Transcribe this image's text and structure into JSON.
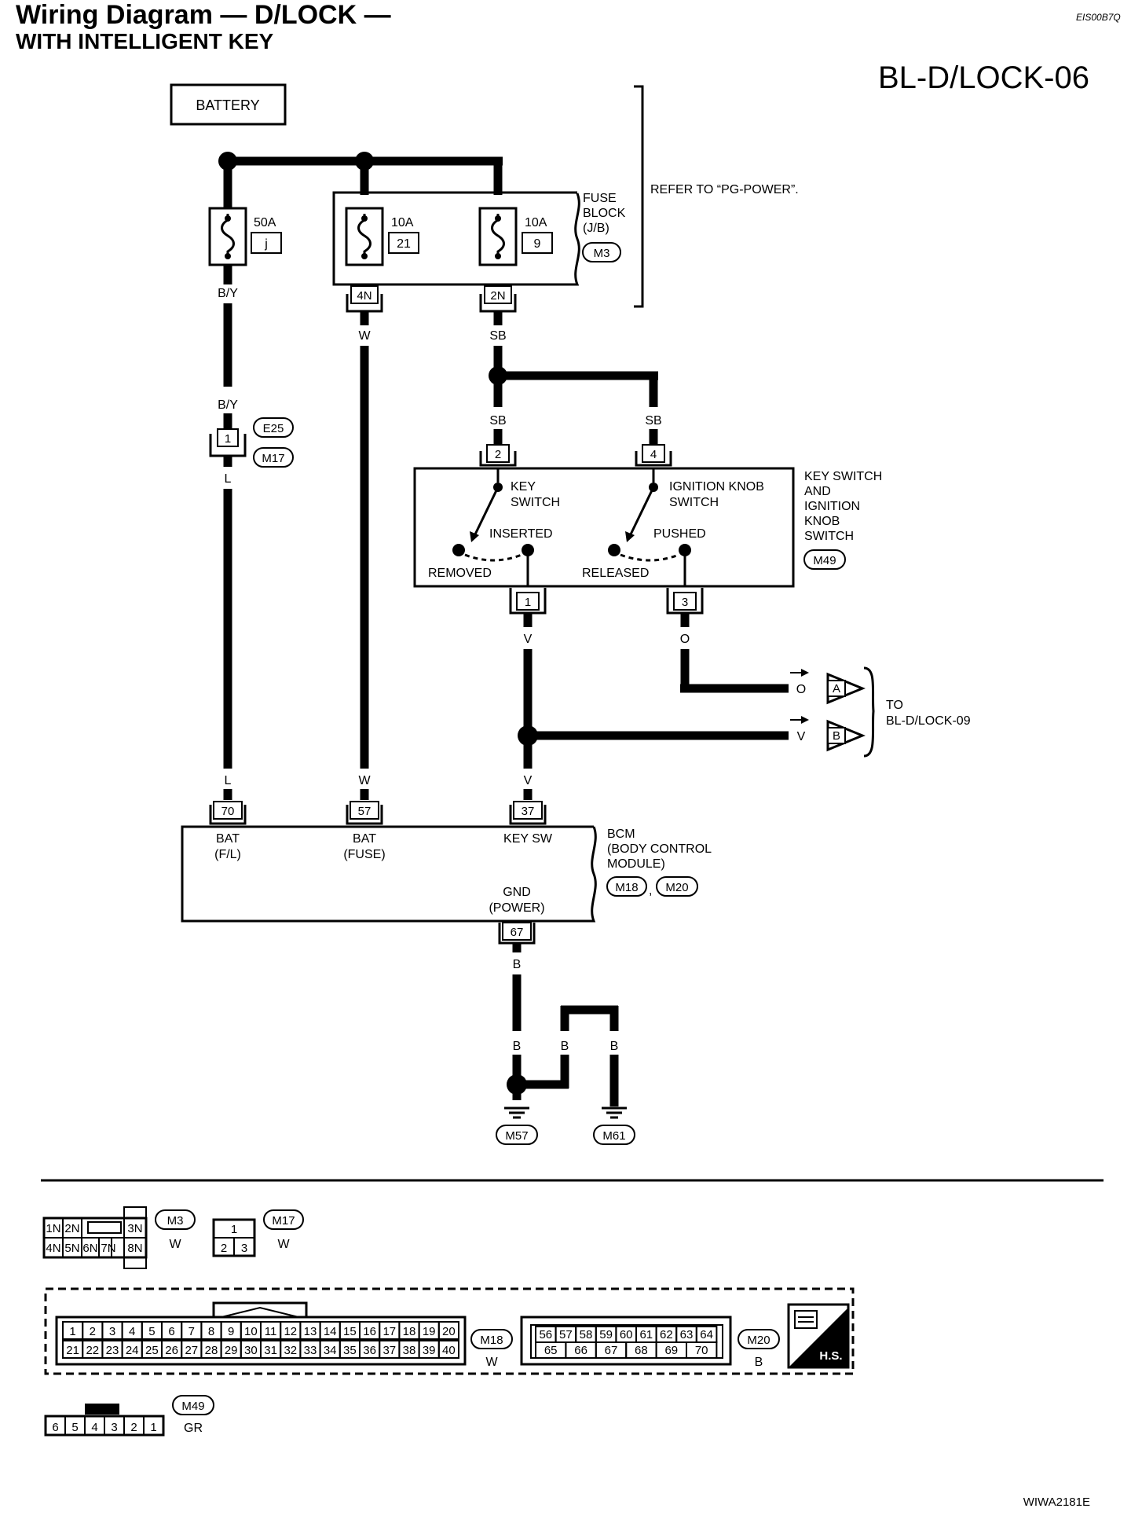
{
  "title": {
    "line1": "Wiring Diagram — D/LOCK —",
    "line2": "WITH INTELLIGENT KEY",
    "code": "EIS00B7Q",
    "page": "BL-D/LOCK-06"
  },
  "battery": "BATTERY",
  "fuses": {
    "f1_amp": "50A",
    "f1_id": "j",
    "f2_amp": "10A",
    "f2_id": "21",
    "f3_amp": "10A",
    "f3_id": "9"
  },
  "fuse_block": {
    "line1": "FUSE",
    "line2": "BLOCK",
    "line3": "(J/B)",
    "connector": "M3",
    "terminal_left": "4N",
    "terminal_right": "2N",
    "refer": "REFER TO “PG-POWER”."
  },
  "wire_colors": {
    "by_top": "B/Y",
    "by_mid": "B/Y",
    "l_mid": "L",
    "l_bot": "L",
    "w_top": "W",
    "w_bot": "W",
    "sb_top": "SB",
    "sb_left": "SB",
    "sb_right": "SB",
    "v_top": "V",
    "v_bot": "V",
    "o_top": "O",
    "o_arrow": "O",
    "v_arrow": "V",
    "b_top": "B",
    "b_left": "B",
    "b_mid": "B",
    "b_right": "B"
  },
  "junction": {
    "pin": "1",
    "conn1": "E25",
    "conn2": "M17"
  },
  "key_switch": {
    "pin_in_left": "2",
    "pin_in_right": "4",
    "pin_out_left": "1",
    "pin_out_right": "3",
    "key_label1": "KEY",
    "key_label2": "SWITCH",
    "ign_label1": "IGNITION KNOB",
    "ign_label2": "SWITCH",
    "inserted": "INSERTED",
    "removed": "REMOVED",
    "pushed": "PUSHED",
    "released": "RELEASED",
    "title1": "KEY SWITCH",
    "title2": "AND",
    "title3": "IGNITION",
    "title4": "KNOB",
    "title5": "SWITCH",
    "connector": "M49"
  },
  "offpage": {
    "a": "A",
    "b": "B",
    "to": "TO",
    "target": "BL-D/LOCK-09"
  },
  "bcm": {
    "pin_bat_fl": "70",
    "pin_bat_fuse": "57",
    "pin_key_sw": "37",
    "pin_gnd": "67",
    "bat1": "BAT",
    "fl": "(F/L)",
    "bat2": "BAT",
    "fuse": "(FUSE)",
    "key_sw": "KEY SW",
    "gnd": "GND",
    "power": "(POWER)",
    "name1": "BCM",
    "name2": "(BODY CONTROL",
    "name3": "MODULE)",
    "conn1": "M18",
    "comma": ",",
    "conn2": "M20"
  },
  "grounds": {
    "g1": "M57",
    "g2": "M61"
  },
  "connectors": {
    "m3": {
      "id": "M3",
      "color": "W",
      "top": [
        "1N",
        "2N",
        "3N"
      ],
      "bottom": [
        "4N",
        "5N",
        "6N",
        "7N",
        "8N"
      ]
    },
    "m17": {
      "id": "M17",
      "color": "W",
      "top": [
        "1"
      ],
      "bottom": [
        "2",
        "3"
      ]
    },
    "m18": {
      "id": "M18",
      "color": "W",
      "top": [
        "1",
        "2",
        "3",
        "4",
        "5",
        "6",
        "7",
        "8",
        "9",
        "10",
        "11",
        "12",
        "13",
        "14",
        "15",
        "16",
        "17",
        "18",
        "19",
        "20"
      ],
      "bottom": [
        "21",
        "22",
        "23",
        "24",
        "25",
        "26",
        "27",
        "28",
        "29",
        "30",
        "31",
        "32",
        "33",
        "34",
        "35",
        "36",
        "37",
        "38",
        "39",
        "40"
      ]
    },
    "m20": {
      "id": "M20",
      "color": "B",
      "top": [
        "56",
        "57",
        "58",
        "59",
        "60",
        "61",
        "62",
        "63",
        "64"
      ],
      "bottom": [
        "65",
        "66",
        "67",
        "68",
        "69",
        "70"
      ]
    },
    "m49": {
      "id": "M49",
      "color": "GR",
      "pins": [
        "6",
        "5",
        "4",
        "3",
        "2",
        "1"
      ]
    },
    "hs": "H.S."
  },
  "footer_code": "WIWA2181E"
}
